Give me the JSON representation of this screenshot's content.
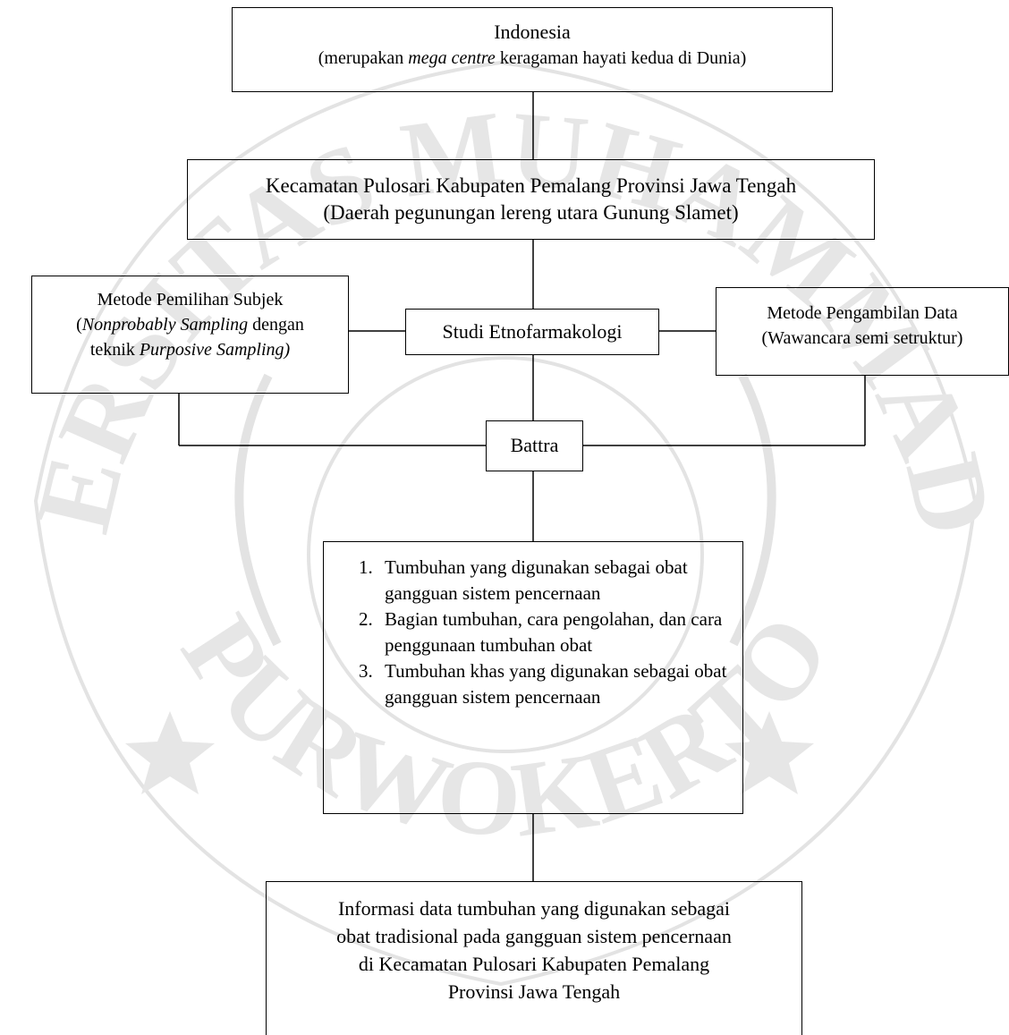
{
  "watermark": {
    "arc_top": "UNIVERSITAS MUHAMMADIYAH",
    "arc_bottom": "PURWOKERTO"
  },
  "nodes": {
    "indonesia": {
      "title": "Indonesia",
      "subtitle_pre": "(merupakan ",
      "subtitle_em": "mega centre",
      "subtitle_post": " keragaman hayati kedua di Dunia)"
    },
    "kecamatan": {
      "title": "Kecamatan Pulosari Kabupaten Pemalang Provinsi Jawa Tengah",
      "subtitle": "(Daerah pegunungan lereng utara Gunung Slamet)"
    },
    "metode_subjek": {
      "line1": "Metode Pemilihan Subjek",
      "line2_pre": "(",
      "line2_em": "Nonprobably Sampling",
      "line2_post": " dengan",
      "line3_pre": "teknik ",
      "line3_em": "Purposive Sampling)"
    },
    "studi": {
      "label": "Studi Etnofarmakologi"
    },
    "metode_data": {
      "line1": "Metode Pengambilan Data",
      "line2": "(Wawancara semi setruktur)"
    },
    "battra": {
      "label": "Battra"
    },
    "outputs": {
      "items": [
        "Tumbuhan yang digunakan sebagai obat gangguan sistem pencernaan",
        "Bagian tumbuhan, cara pengolahan, dan cara penggunaan tumbuhan obat",
        "Tumbuhan khas yang digunakan sebagai obat  gangguan sistem pencernaan"
      ]
    },
    "informasi": {
      "line1": "Informasi data tumbuhan yang digunakan sebagai",
      "line2": "obat tradisional pada gangguan sistem pencernaan",
      "line3": "di Kecamatan Pulosari Kabupaten Pemalang",
      "line4": "Provinsi Jawa Tengah"
    }
  }
}
